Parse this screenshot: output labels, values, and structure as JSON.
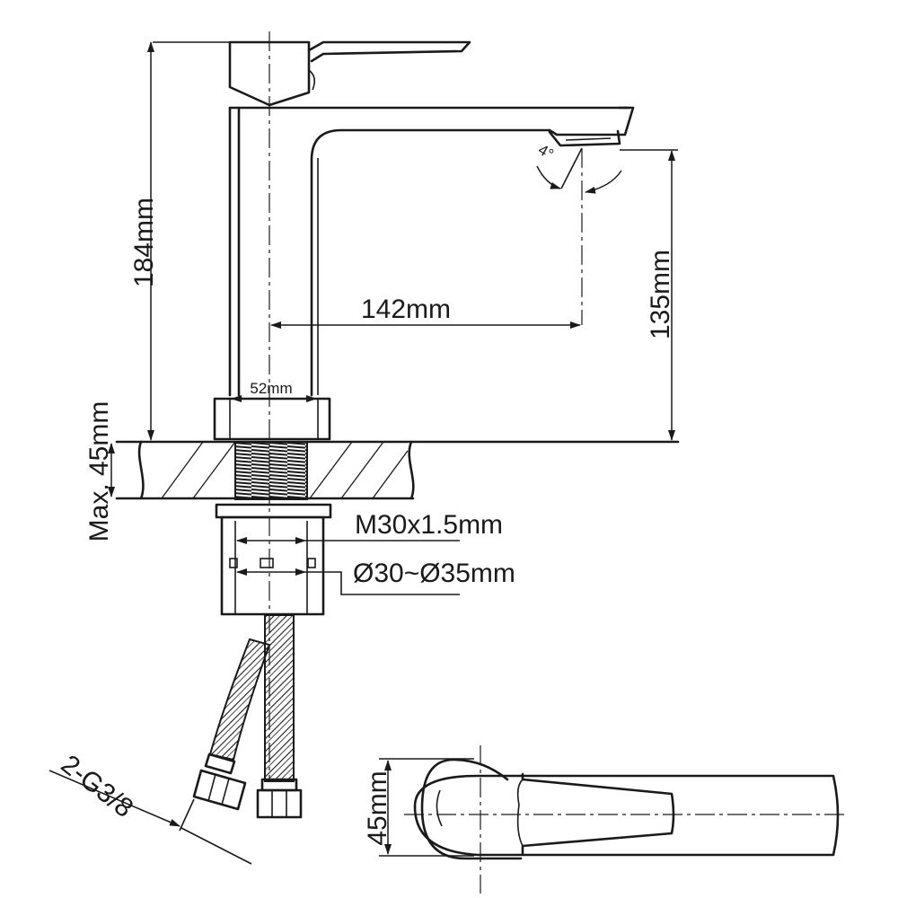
{
  "dimensions": {
    "overall_height": "184mm",
    "spout_height": "135mm",
    "spout_reach": "142mm",
    "base_diameter": "52mm",
    "max_deck_thickness": "Max. 45mm",
    "thread": "M30x1.5mm",
    "hole_diameter": "Ø30~Ø35mm",
    "hose_connection": "2-G3/8",
    "handle_width": "45mm",
    "spray_angle": "4°"
  },
  "colors": {
    "ink": "#1a1a1a",
    "background": "#ffffff"
  }
}
